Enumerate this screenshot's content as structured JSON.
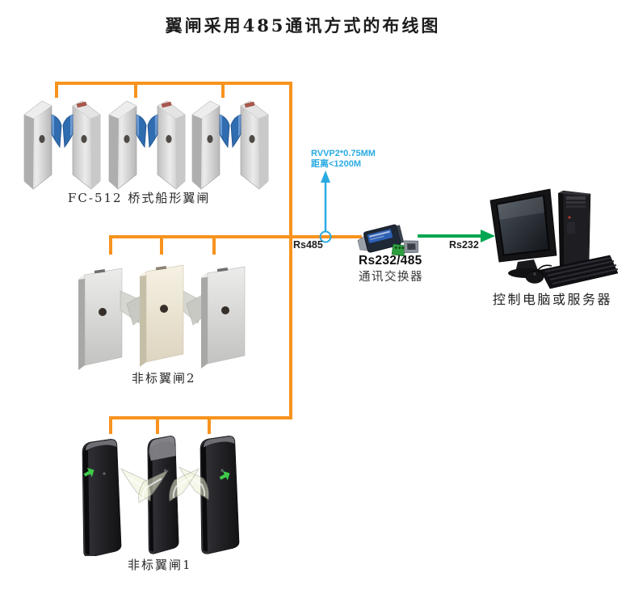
{
  "title": "翼闸采用485通讯方式的布线图",
  "gate_groups": {
    "fc512": {
      "label": "FC-512 桥式船形翼闸"
    },
    "nonstd2": {
      "label": "非标翼闸2"
    },
    "nonstd1": {
      "label": "非标翼闸1"
    }
  },
  "wiring": {
    "bus_label": "Rs485",
    "cable_spec_line1": "RVVP2*0.75MM",
    "cable_spec_line2": "距离<1200M",
    "pc_link_label": "Rs232"
  },
  "converter": {
    "title": "Rs232/485",
    "subtitle": "通讯交换器"
  },
  "computer": {
    "label": "控制电脑或服务器"
  },
  "colors": {
    "bus": "#f7931e",
    "note": "#29abe2",
    "green": "#00a651",
    "flap": "#2f6cb0"
  }
}
